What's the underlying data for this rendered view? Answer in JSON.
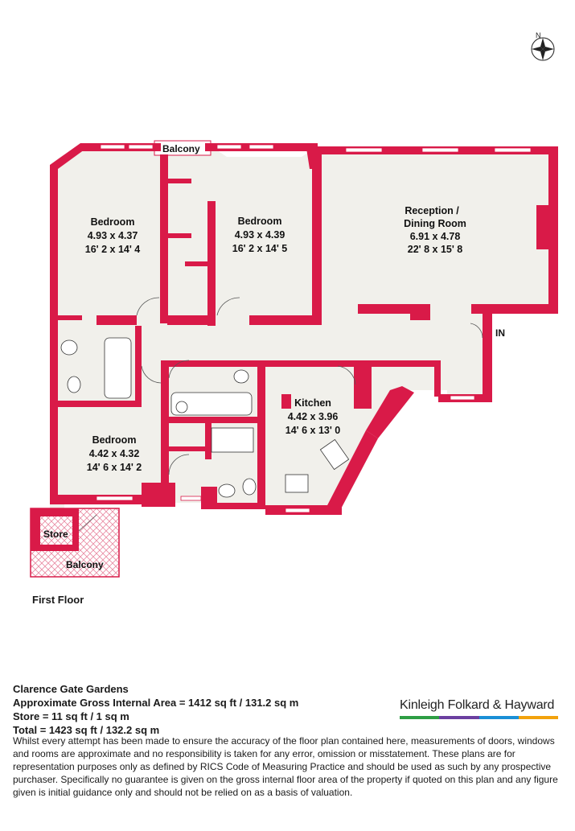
{
  "compass": {
    "label": "N",
    "icon": "compass-rose-icon"
  },
  "colors": {
    "wall": "#d91a48",
    "floor": "#f1f0eb",
    "window": "#ffffff",
    "fixture": "#ffffff"
  },
  "rooms": {
    "bedroom1": {
      "name": "Bedroom",
      "metric": "4.93 x 4.37",
      "imperial": "16' 2 x 14' 4"
    },
    "bedroom2": {
      "name": "Bedroom",
      "metric": "4.93 x 4.39",
      "imperial": "16' 2 x 14' 5"
    },
    "reception": {
      "name_line1": "Reception /",
      "name_line2": "Dining Room",
      "metric": "6.91 x 4.78",
      "imperial": "22' 8 x 15' 8"
    },
    "kitchen": {
      "name": "Kitchen",
      "metric": "4.42 x 3.96",
      "imperial": "14' 6 x 13' 0"
    },
    "bedroom3": {
      "name": "Bedroom",
      "metric": "4.42 x 4.32",
      "imperial": "14' 6 x 14' 2"
    }
  },
  "labels": {
    "balcony_top": "Balcony",
    "balcony_bottom": "Balcony",
    "store": "Store",
    "entrance": "IN",
    "floor_name": "First Floor"
  },
  "info": {
    "property": "Clarence Gate Gardens",
    "gia": "Approximate Gross Internal Area = 1412 sq ft / 131.2 sq m",
    "store": "Store = 11 sq ft / 1 sq m",
    "total": "Total = 1423 sq ft / 132.2 sq m",
    "disclaimer": "Whilst every attempt has been made to ensure the accuracy of the floor plan contained here, measurements of doors, windows and rooms are approximate and no responsibility is taken for any error, omission or misstatement. These plans are for representation purposes only as defined by RICS Code of Measuring Practice and should be used as such by any prospective purchaser. Specifically no guarantee is given on the gross internal floor area of the property if quoted on this plan and any figure given is initial guidance only and should not be relied on as a basis of valuation."
  },
  "brand": {
    "name": "Kinleigh Folkard & Hayward",
    "bar_colors": [
      "#2e9e44",
      "#6b3fa0",
      "#1a8fd6",
      "#f2a20c"
    ]
  }
}
